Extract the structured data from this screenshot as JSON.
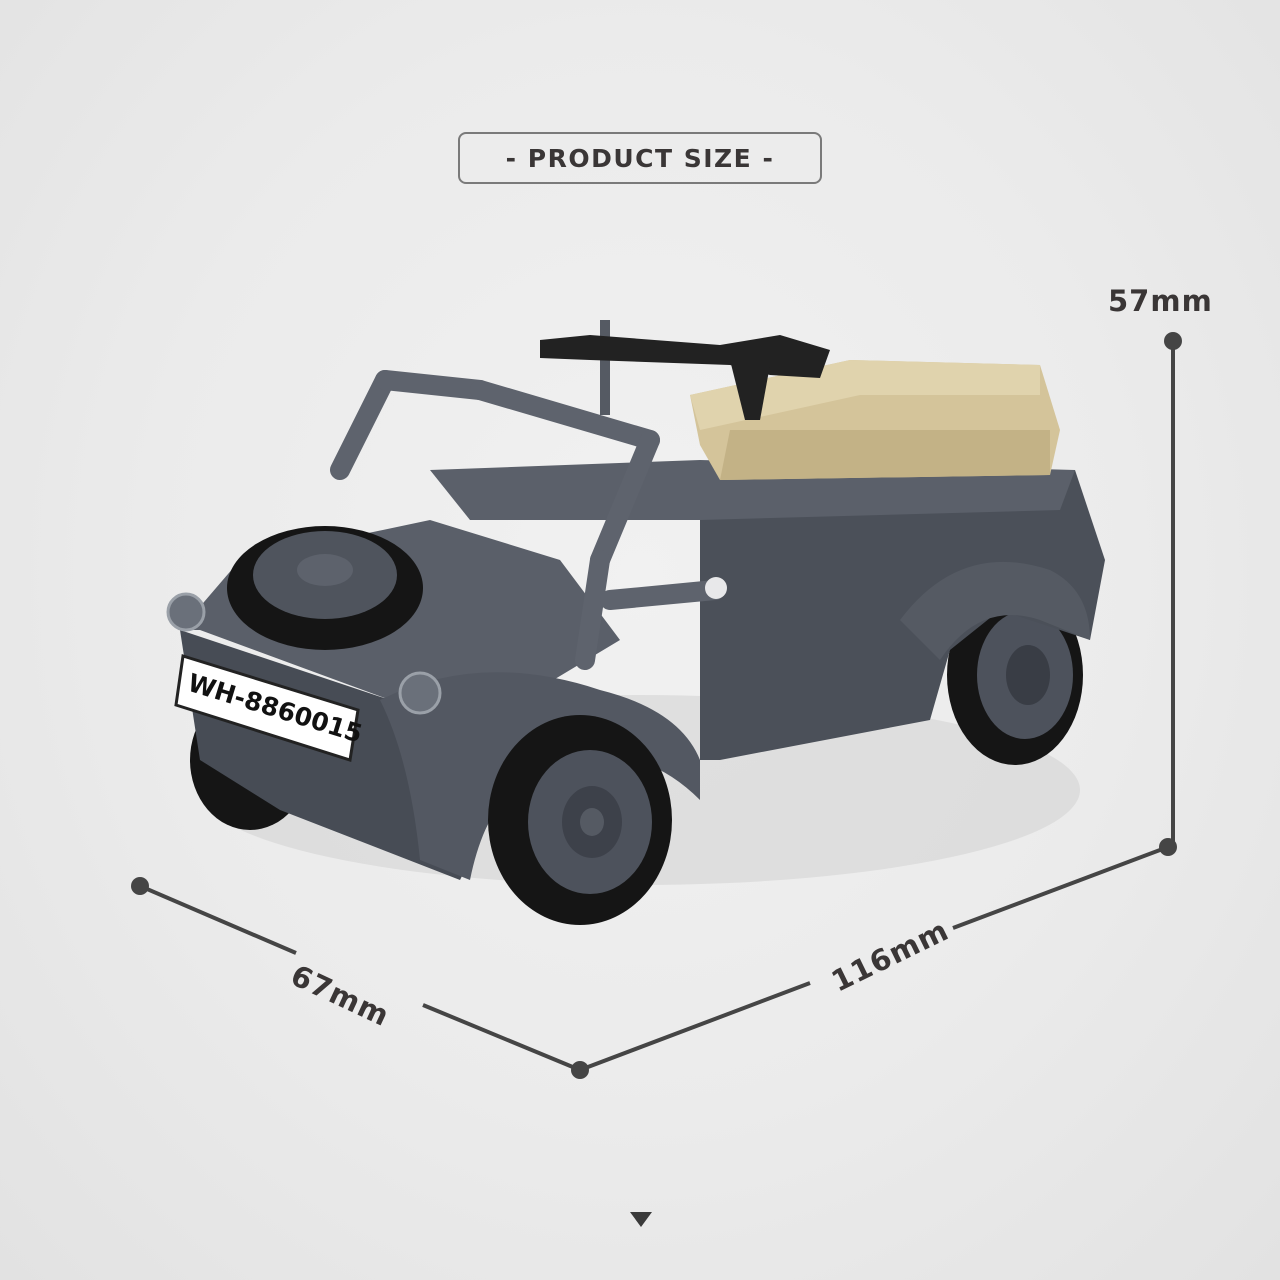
{
  "header": {
    "title": "- PRODUCT SIZE -"
  },
  "product": {
    "name": "brick-built military utility vehicle",
    "license_plate": "WH-8860015",
    "colors": {
      "body": "#4d525c",
      "body_light": "#626873",
      "body_dark": "#393d45",
      "tan_seat": "#d6c69c",
      "tire": "#1a1a1a",
      "gun": "#232323"
    }
  },
  "dimensions": {
    "height": "57mm",
    "depth": "67mm",
    "length": "116mm"
  },
  "style": {
    "background": "#e9e9e9",
    "text_color": "#3a3636",
    "line_color": "#454545"
  },
  "navigation": {
    "scroll_indicator": "down-triangle"
  }
}
